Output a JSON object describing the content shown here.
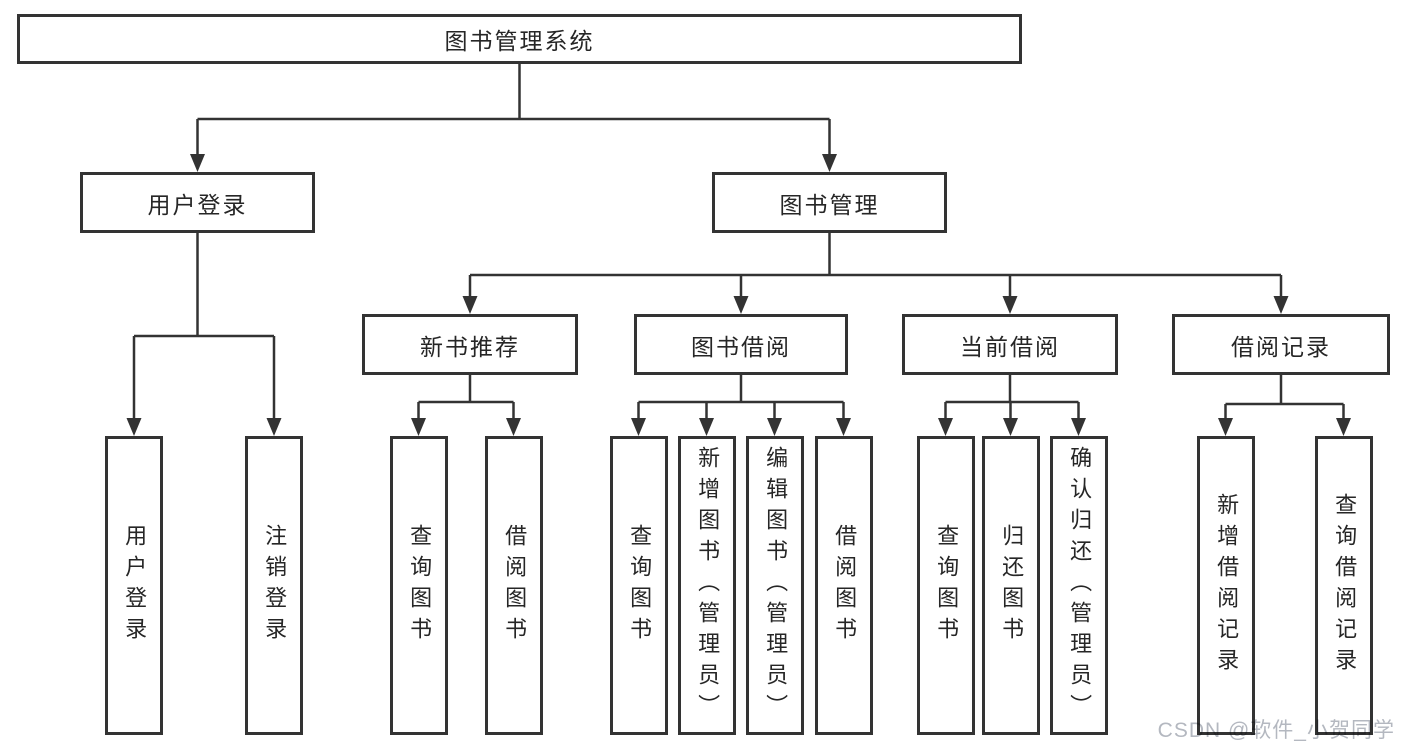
{
  "page": {
    "background": "#ffffff"
  },
  "colors": {
    "box_border": "#333333",
    "connector": "#333333",
    "label_text": "#262626",
    "watermark_text": "#b4b8c0"
  },
  "watermark": {
    "text": "CSDN @软件_小贺同学"
  },
  "diagram": {
    "type": "hierarchy",
    "title": "图书管理系统",
    "nodes": {
      "root": {
        "label": "图书管理系统"
      },
      "user_login": {
        "label": "用户登录"
      },
      "book_mgmt": {
        "label": "图书管理"
      },
      "new_books": {
        "label": "新书推荐"
      },
      "book_borrow": {
        "label": "图书借阅"
      },
      "current_borrow": {
        "label": "当前借阅"
      },
      "borrow_record": {
        "label": "借阅记录"
      },
      "ul_login": {
        "label": "用户登录"
      },
      "ul_logout": {
        "label": "注销登录"
      },
      "nb_query": {
        "label": "查询图书"
      },
      "nb_borrow": {
        "label": "借阅图书"
      },
      "bb_query": {
        "label": "查询图书"
      },
      "bb_add": {
        "label": "新增图书（管理员）"
      },
      "bb_edit": {
        "label": "编辑图书（管理员）"
      },
      "bb_borrow": {
        "label": "借阅图书"
      },
      "cb_query": {
        "label": "查询图书"
      },
      "cb_return": {
        "label": "归还图书"
      },
      "cb_confirm": {
        "label": "确认归还（管理员）"
      },
      "br_add": {
        "label": "新增借阅记录"
      },
      "br_query": {
        "label": "查询借阅记录"
      }
    },
    "edges": [
      [
        "root",
        "user_login"
      ],
      [
        "root",
        "book_mgmt"
      ],
      [
        "user_login",
        "ul_login"
      ],
      [
        "user_login",
        "ul_logout"
      ],
      [
        "book_mgmt",
        "new_books"
      ],
      [
        "book_mgmt",
        "book_borrow"
      ],
      [
        "book_mgmt",
        "current_borrow"
      ],
      [
        "book_mgmt",
        "borrow_record"
      ],
      [
        "new_books",
        "nb_query"
      ],
      [
        "new_books",
        "nb_borrow"
      ],
      [
        "book_borrow",
        "bb_query"
      ],
      [
        "book_borrow",
        "bb_add"
      ],
      [
        "book_borrow",
        "bb_edit"
      ],
      [
        "book_borrow",
        "bb_borrow"
      ],
      [
        "current_borrow",
        "cb_query"
      ],
      [
        "current_borrow",
        "cb_return"
      ],
      [
        "current_borrow",
        "cb_confirm"
      ],
      [
        "borrow_record",
        "br_add"
      ],
      [
        "borrow_record",
        "br_query"
      ]
    ]
  }
}
